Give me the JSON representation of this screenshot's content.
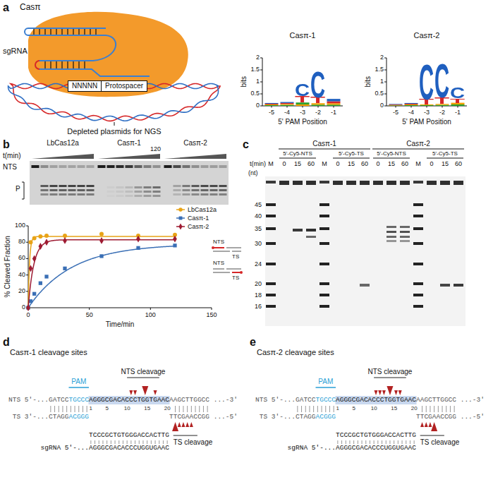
{
  "diagram": {
    "nodes": [
      {
        "text": [
          "NNNNN"
        ]
      },
      {
        "text": [
          "Protospacer"
        ]
      }
    ],
    "labels": [
      "a",
      "Casπ",
      "sgRNA",
      "Depleted plasmids for NGS",
      "Casπ-1",
      "bits",
      "2",
      "1.5",
      "1",
      "0.5",
      "0",
      "-5",
      "-4",
      "-3",
      "-2",
      "-1",
      "5' PAM Position",
      "T",
      "C",
      "T",
      "C",
      "Casπ-2",
      "bits",
      "2",
      "1.5",
      "1",
      "0.5",
      "0",
      "-5",
      "-4",
      "-3",
      "-2",
      "-1",
      "5' PAM Position",
      "T",
      "C",
      "T",
      "C",
      "T",
      "C",
      "b",
      "LbCas12a",
      "Casπ-1",
      "Casπ-2",
      "t(min)",
      "120",
      "NTS",
      "P",
      "100",
      "80",
      "60",
      "40",
      "20",
      "0",
      "0",
      "50",
      "100",
      "150",
      "% Cleaved Fraction",
      "Time/min",
      "c",
      "Casπ-1",
      "Casπ-2",
      "5'-Cy5-NTS",
      "5'-Cy5-TS",
      "5'-Cy5-NTS",
      "5'-Cy5-TS",
      "t(min)",
      "M",
      "0",
      "15",
      "60",
      "M",
      "0",
      "15",
      "60",
      "0",
      "15",
      "60",
      "M",
      "0",
      "15",
      "60",
      "(nt)",
      "45",
      "40",
      "35",
      "30",
      "24",
      "20",
      "18",
      "16",
      "NTS",
      "TS",
      "NTS",
      "TS",
      "d",
      "Casπ-1 cleavage sites",
      "PAM",
      "NTS cleavage",
      "NTS 5'-...GATCC",
      "TGCCC",
      "AGGGCGACACCCTGGTGAAC",
      "AAGCTTGGCC ...-3'",
      "1",
      "5",
      "10",
      "15",
      "20",
      "TS 3'-...CTAGG",
      "ACGGG",
      "TTCGAACCGG ...-5'",
      "TCCCGCTGTGGGACCACTTG",
      "sgRNA 5'-...AGGGCGACACCCUGGUGAAC",
      "TS cleavage",
      "e",
      "Casπ-2 cleavage sites",
      "PAM",
      "NTS cleavage",
      "NTS 5'-...GATCC",
      "TGCCC",
      "AGGGCGACACCCTGGTGAAC",
      "AAGCTTGGCC ...-3'",
      "1",
      "5",
      "10",
      "15",
      "20",
      "TS 3'-...CTAGG",
      "ACGGG",
      "TTCGAACCGG ...-5'",
      "TCCCGCTGTGGGACCACTTG",
      "sgRNA 5'-...AGGGCGACACCCUGGUGAAC",
      "TS cleavage"
    ],
    "legend": [
      {
        "text": "LbCas12a"
      },
      {
        "text": "Casπ-1"
      },
      {
        "text": "Casπ-2"
      }
    ]
  }
}
